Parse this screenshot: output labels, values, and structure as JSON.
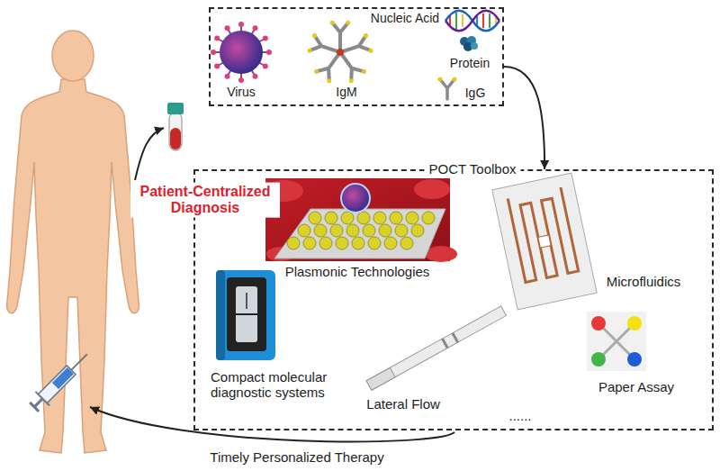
{
  "diagram": {
    "nodes": [
      {
        "text": [
          "Nucleic Acid",
          "Virus",
          "Protein",
          "IgM",
          "IgG"
        ]
      },
      {
        "text": [
          "POCT Toolbox",
          "Plasmonic Technologies",
          "Microfluidics",
          "Compact molecular diagnostic systems",
          "Lateral Flow",
          "Paper Assay",
          "......"
        ]
      }
    ],
    "edges": [
      {
        "from": 0,
        "to": 1,
        "arrow": "to"
      }
    ],
    "labels": [
      "Patient-Centralized Diagnosis",
      "Timely Personalized Therapy"
    ]
  }
}
